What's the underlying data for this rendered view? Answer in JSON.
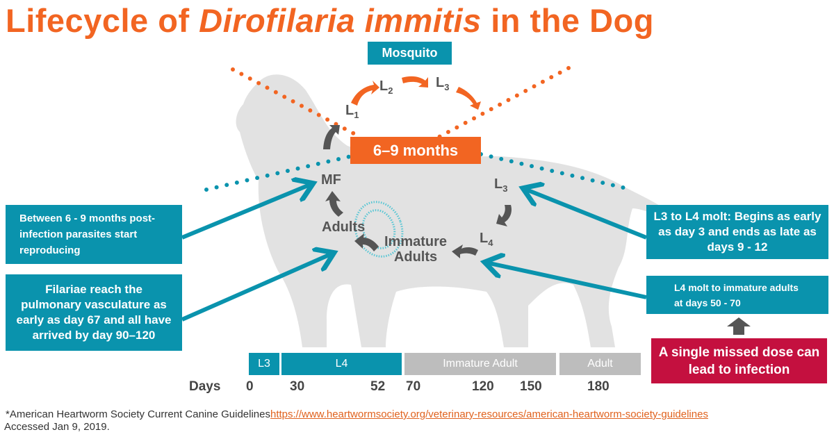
{
  "title": {
    "prefix": "Lifecycle of ",
    "species": "Dirofilaria  immitis",
    "suffix": " in the Dog"
  },
  "mosquito_label": "Mosquito",
  "duration_label": "6–9 months",
  "stages": {
    "l1": "L",
    "l1_sub": "1",
    "l2": "L",
    "l2_sub": "2",
    "l3_mosquito": "L",
    "l3_mosquito_sub": "3",
    "mf": "MF",
    "l3_dog": "L",
    "l3_dog_sub": "3",
    "l4": "L",
    "l4_sub": "4",
    "adults": "Adults",
    "immature_adults_1": "Immature",
    "immature_adults_2": "Adults"
  },
  "callouts": {
    "reproducing": "Between 6 - 9 months post-infection parasites start reproducing",
    "pulmonary": "Filariae reach the pulmonary vasculature as early as day 67 and all have arrived by day 90–120",
    "l3_l4_molt": "L3 to L4 molt: Begins as early as day 3 and ends as late as days 9 - 12",
    "l4_molt": "L4 molt to immature adults at days 50 - 70",
    "missed_dose": "A single missed dose can lead to infection"
  },
  "timeline": {
    "segments": [
      "L3",
      "L4",
      "Immature Adult",
      "Adult"
    ],
    "days_label": "Days",
    "days": [
      "0",
      "30",
      "52",
      "70",
      "120",
      "150",
      "180"
    ]
  },
  "footnote": {
    "source": "*American Heartworm Society Current Canine Guidelines",
    "url": "https://www.heartwormsociety.org/veterinary-resources/american-heartworm-society-guidelines",
    "accessed": "Accessed Jan 9, 2019."
  },
  "colors": {
    "orange": "#f26522",
    "teal": "#0a93ad",
    "red": "#c4103f",
    "gray": "#bdbdbd",
    "dog": "#e2e2e2"
  }
}
